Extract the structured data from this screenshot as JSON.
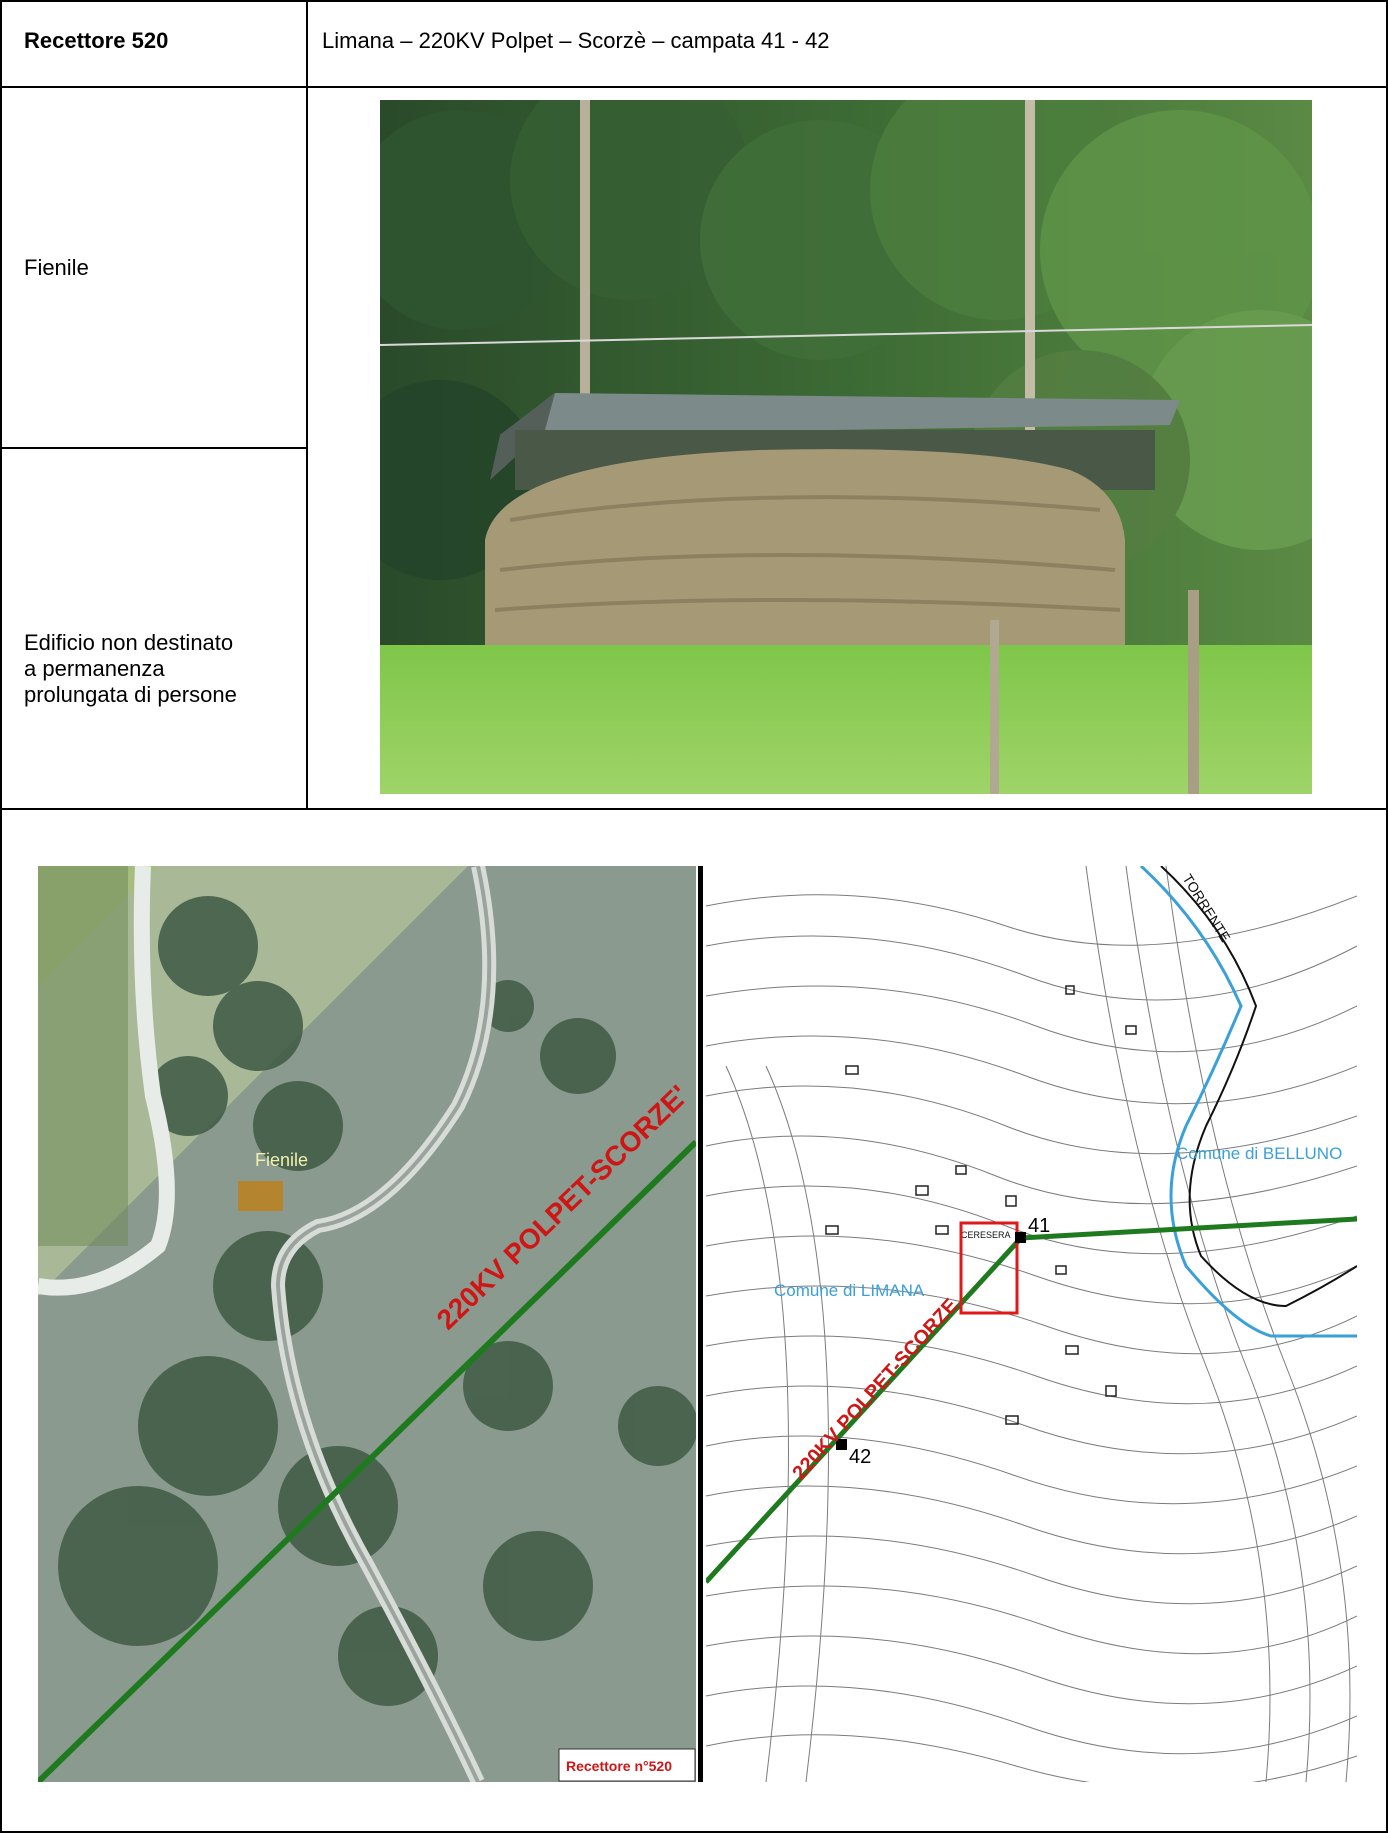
{
  "header": {
    "receptor_label": "Recettore 520",
    "line_description": "Limana – 220KV Polpet – Scorzè – campata 41 - 42"
  },
  "left_column": {
    "building_type": "Fienile",
    "building_note_line1": "Edificio non destinato",
    "building_note_line2": "a permanenza",
    "building_note_line3": "prolungata di persone"
  },
  "aerial_map": {
    "building_label": "Fienile",
    "line_label": "220KV POLPET-SCORZE'",
    "receptor_box": "Recettore n°520"
  },
  "topo_map": {
    "tower_41": "41",
    "tower_42": "42",
    "line_label": "220KV POLPET-SCORZE",
    "municipality_limana": "Comune di LIMANA",
    "municipality_belluno": "Comune di BELLUNO",
    "place_name": "CERESERA",
    "river_label": "TORRENTE"
  },
  "colors": {
    "line_green": "#1f7a1f",
    "label_red": "#d01515",
    "river_blue": "#3aa0d8",
    "box_red": "#e01818"
  }
}
